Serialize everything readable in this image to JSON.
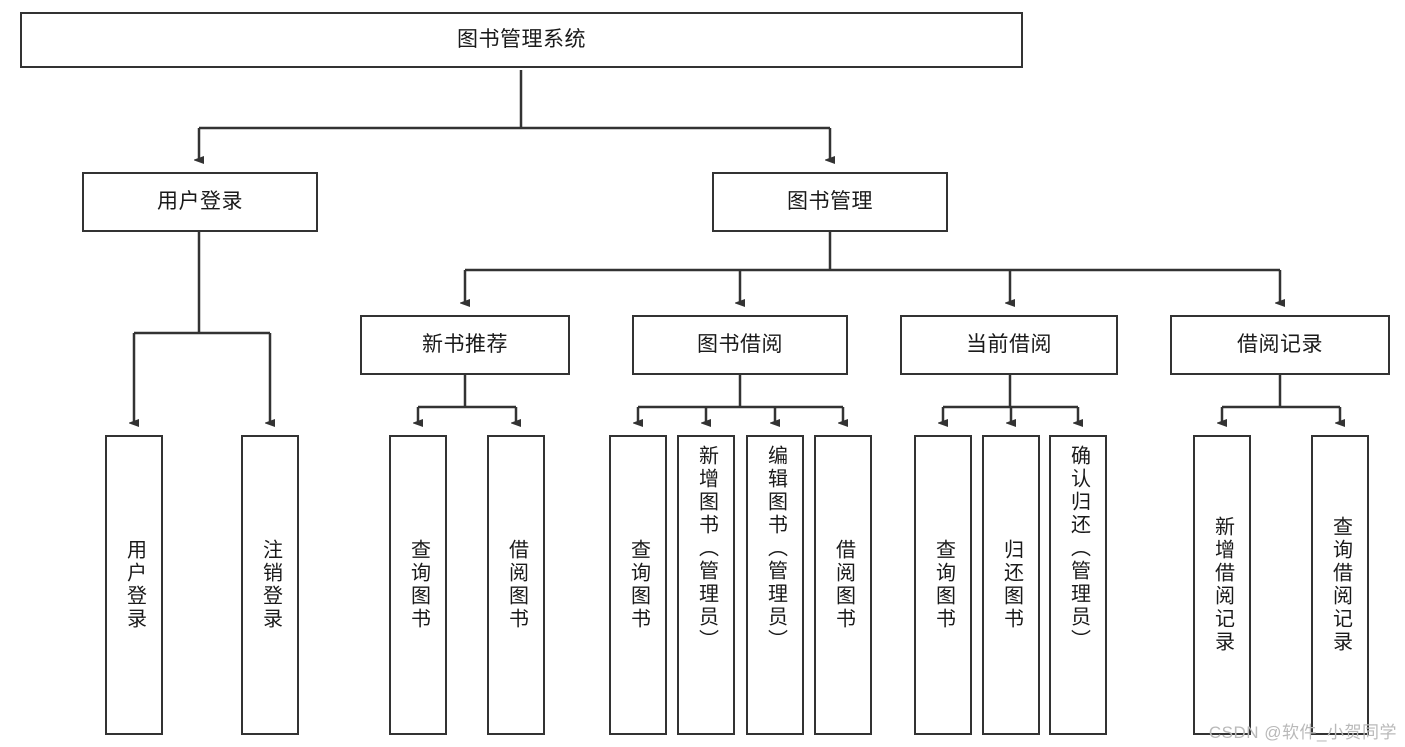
{
  "diagram": {
    "type": "tree-hierarchy-chart",
    "title": "图书管理系统",
    "watermark": "CSDN @软件_小贺同学",
    "colors": {
      "stroke": "#333333",
      "fill": "#ffffff",
      "text": "#1a1a1a",
      "watermark": "#b9b9b9"
    },
    "nodes": {
      "root": {
        "label": "图书管理系统"
      },
      "level2": [
        {
          "label": "用户登录"
        },
        {
          "label": "图书管理"
        }
      ],
      "level3": [
        {
          "label": "新书推荐"
        },
        {
          "label": "图书借阅"
        },
        {
          "label": "当前借阅"
        },
        {
          "label": "借阅记录"
        }
      ],
      "leaves": {
        "user_login": [
          {
            "label": "用户登录"
          },
          {
            "label": "注销登录"
          }
        ],
        "new_book": [
          {
            "label": "查询图书"
          },
          {
            "label": "借阅图书"
          }
        ],
        "book_borrow": [
          {
            "label": "查询图书"
          },
          {
            "label": "新增图书（管理员）"
          },
          {
            "label": "编辑图书（管理员）"
          },
          {
            "label": "借阅图书"
          }
        ],
        "current_borrow": [
          {
            "label": "查询图书"
          },
          {
            "label": "归还图书"
          },
          {
            "label": "确认归还（管理员）"
          }
        ],
        "borrow_record": [
          {
            "label": "新增借阅记录"
          },
          {
            "label": "查询借阅记录"
          }
        ]
      }
    }
  }
}
